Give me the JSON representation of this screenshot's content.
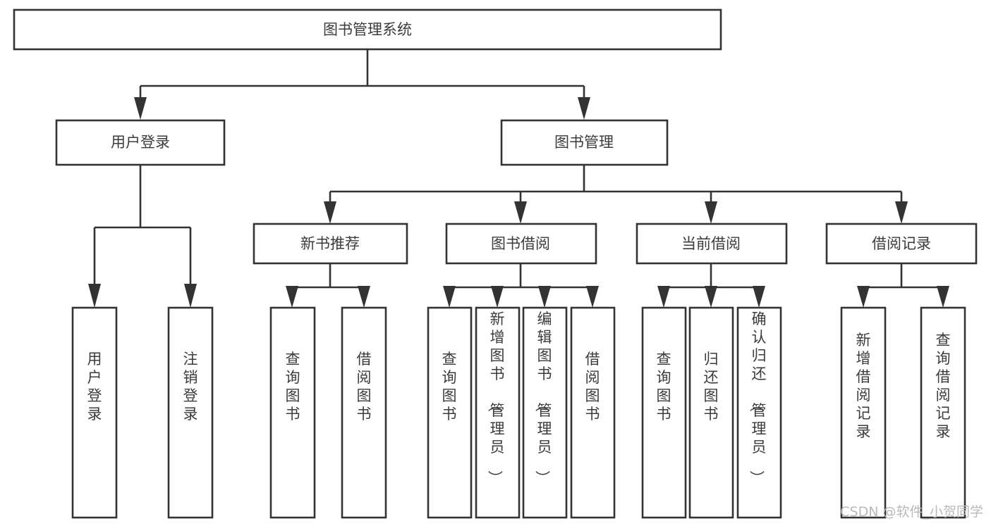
{
  "diagram": {
    "kind": "tree-structure-chart",
    "title": "图书管理系统",
    "background_color": "#ffffff",
    "box_stroke_color": "#333333",
    "box_fill_color": "#ffffff",
    "text_color": "#3b3b3b",
    "connector_color": "#333333"
  },
  "root": {
    "label": "图书管理系统"
  },
  "level2": [
    {
      "id": "user-login",
      "label": "用户登录"
    },
    {
      "id": "book-management",
      "label": "图书管理"
    }
  ],
  "level3": [
    {
      "id": "new-book-recommend",
      "label": "新书推荐",
      "parent": "book-management"
    },
    {
      "id": "book-borrow",
      "label": "图书借阅",
      "parent": "book-management"
    },
    {
      "id": "current-borrow",
      "label": "当前借阅",
      "parent": "book-management"
    },
    {
      "id": "borrow-record",
      "label": "借阅记录",
      "parent": "book-management"
    }
  ],
  "leaves": [
    {
      "id": "leaf-user-login",
      "label": "用户登录",
      "parent": "user-login"
    },
    {
      "id": "leaf-logout-login",
      "label": "注销登录",
      "parent": "user-login"
    },
    {
      "id": "leaf-query-book-1",
      "label": "查询图书",
      "parent": "new-book-recommend"
    },
    {
      "id": "leaf-borrow-book-1",
      "label": "借阅图书",
      "parent": "new-book-recommend"
    },
    {
      "id": "leaf-query-book-2",
      "label": "查询图书",
      "parent": "book-borrow"
    },
    {
      "id": "leaf-add-book-admin",
      "label": "新增图书（管理员）",
      "parent": "book-borrow"
    },
    {
      "id": "leaf-edit-book-admin",
      "label": "编辑图书（管理员）",
      "parent": "book-borrow"
    },
    {
      "id": "leaf-borrow-book-2",
      "label": "借阅图书",
      "parent": "book-borrow"
    },
    {
      "id": "leaf-query-book-3",
      "label": "查询图书",
      "parent": "current-borrow"
    },
    {
      "id": "leaf-return-book",
      "label": "归还图书",
      "parent": "current-borrow"
    },
    {
      "id": "leaf-confirm-return-admin",
      "label": "确认归还（管理员）",
      "parent": "current-borrow"
    },
    {
      "id": "leaf-add-borrow-record",
      "label": "新增借阅记录",
      "parent": "borrow-record"
    },
    {
      "id": "leaf-query-borrow-record",
      "label": "查询借阅记录",
      "parent": "borrow-record"
    }
  ],
  "watermark": {
    "text": "CSDN @软件_小贺同学"
  }
}
